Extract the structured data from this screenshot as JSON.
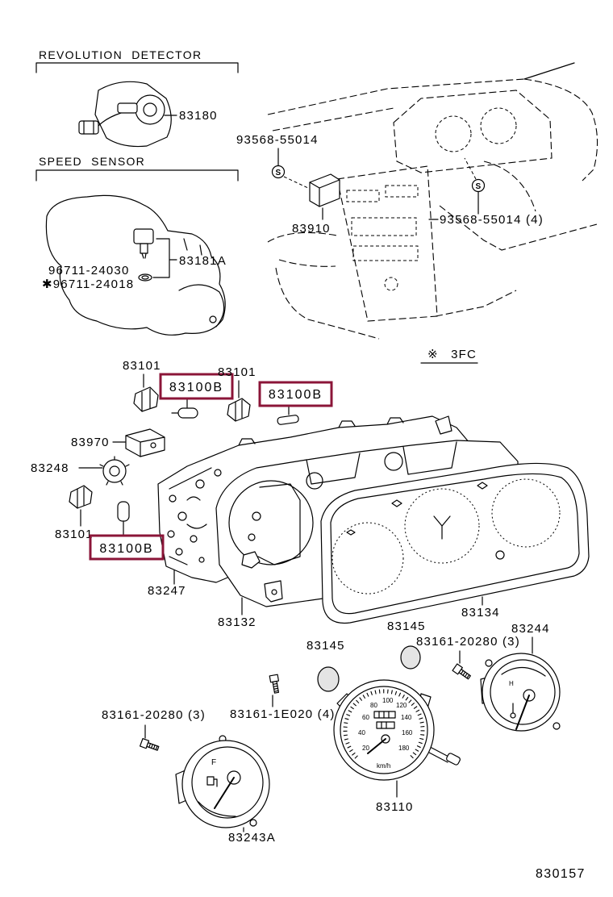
{
  "figure_code": "830157",
  "colors": {
    "highlight": "#8b1538",
    "line": "#000000",
    "background": "#ffffff"
  },
  "sections": {
    "revolution_detector": "REVOLUTION DETECTOR",
    "speed_sensor": "SPEED SENSOR"
  },
  "parts": {
    "rev_detector": "83180",
    "speed_sensor": "83181A",
    "oring_1": "96711-24030",
    "oring_2": "✱96711-24018",
    "screw_top": "93568-55014",
    "switch": "83910",
    "screw_right": "93568-55014 (4)",
    "socket_top_left": "83101",
    "bulb_top_left": "83100B",
    "socket_top_right": "83101",
    "bulb_top_right": "83100B",
    "module": "83970",
    "dimmer": "83248",
    "socket_bottom_left": "83101",
    "bulb_bottom_left": "83100B",
    "housing_back": "83247",
    "case": "83132",
    "glass": "83134",
    "knob_cap_right": "83145",
    "knob_cap_left": "83145",
    "screw_temp": "83161-20280 (3)",
    "temp_gauge": "83244",
    "screw_speedo": "83161-1E020 (4)",
    "screw_fuel": "83161-20280 (3)",
    "speedometer": "83110",
    "fuel_gauge": "83243A"
  },
  "notes": {
    "model_note": "※ 3FC",
    "screw_symbol": "S"
  },
  "gauge_marks": {
    "speedometer_unit": "km/h",
    "speedometer_scale": [
      "20",
      "40",
      "60",
      "80",
      "100",
      "120",
      "140",
      "160",
      "180"
    ],
    "fuel_full": "F",
    "temp_hot": "H"
  }
}
